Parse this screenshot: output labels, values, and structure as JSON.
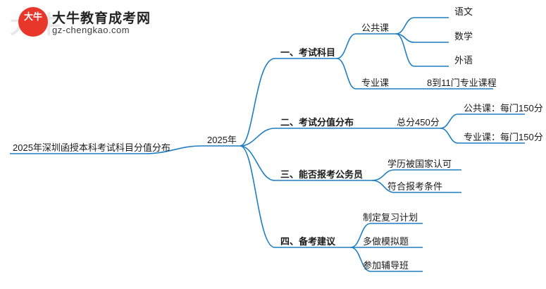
{
  "logo": {
    "mark_text": "大牛",
    "watermark": "大牛",
    "title": "大牛教育成考网",
    "subtitle": "gz-chengkao.com",
    "mark_color": "#e8362a"
  },
  "mindmap": {
    "line_color": "#1f7ec2",
    "root": "2025年深圳函授本科考试科目分值分布",
    "center": "2025年",
    "branches": [
      {
        "label": "一、考试科目",
        "children": [
          {
            "label": "公共课",
            "children": [
              {
                "label": "语文"
              },
              {
                "label": "数学"
              },
              {
                "label": "外语"
              }
            ]
          },
          {
            "label": "专业课",
            "children": [
              {
                "label": "8到11门专业课程"
              }
            ]
          }
        ]
      },
      {
        "label": "二、考试分值分布",
        "children": [
          {
            "label": "总分450分",
            "children": [
              {
                "label": "公共课：每门150分"
              },
              {
                "label": "专业课：每门150分"
              }
            ]
          }
        ]
      },
      {
        "label": "三、能否报考公务员",
        "children": [
          {
            "label": "学历被国家认可"
          },
          {
            "label": "符合报考条件"
          }
        ]
      },
      {
        "label": "四、备考建议",
        "children": [
          {
            "label": "制定复习计划"
          },
          {
            "label": "多做模拟题"
          },
          {
            "label": "参加辅导班"
          }
        ]
      }
    ]
  }
}
